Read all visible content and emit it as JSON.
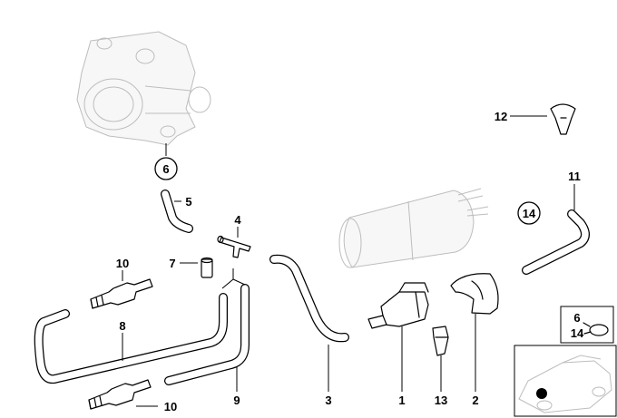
{
  "labels": {
    "p1": "1",
    "p2": "2",
    "p3": "3",
    "p4": "4",
    "p5": "5",
    "p6a": "6",
    "p6b": "6",
    "p7": "7",
    "p8": "8",
    "p9": "9",
    "p10a": "10",
    "p10b": "10",
    "p11": "11",
    "p12": "12",
    "p13": "13",
    "p14a": "14",
    "p14b": "14"
  },
  "colors": {
    "line": "#000000",
    "ghost": "#bdbdbd",
    "background": "#ffffff"
  }
}
